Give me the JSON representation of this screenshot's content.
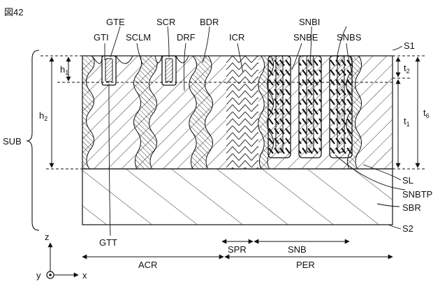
{
  "figure": {
    "title": "図42"
  },
  "labels": {
    "gte": "GTE",
    "gti": "GTI",
    "sclm": "SCLM",
    "scr": "SCR",
    "drf": "DRF",
    "bdr": "BDR",
    "icr": "ICR",
    "snbi": "SNBI",
    "snbe": "SNBE",
    "snbs": "SNBS",
    "s1": "S1",
    "s2": "S2",
    "sl": "SL",
    "snbtp": "SNBTP",
    "sbr": "SBR",
    "sub": "SUB",
    "gtt": "GTT",
    "spr": "SPR",
    "snb": "SNB",
    "acr": "ACR",
    "per": "PER"
  },
  "dimensions": {
    "h1": {
      "base": "h",
      "sub": "1"
    },
    "h2": {
      "base": "h",
      "sub": "2"
    },
    "t1": {
      "base": "t",
      "sub": "1"
    },
    "t2": {
      "base": "t",
      "sub": "2"
    },
    "t6": {
      "base": "t",
      "sub": "6"
    }
  },
  "axes": {
    "z": "z",
    "y": "y",
    "x": "x"
  },
  "colors": {
    "line": "#111111",
    "background": "#ffffff"
  }
}
